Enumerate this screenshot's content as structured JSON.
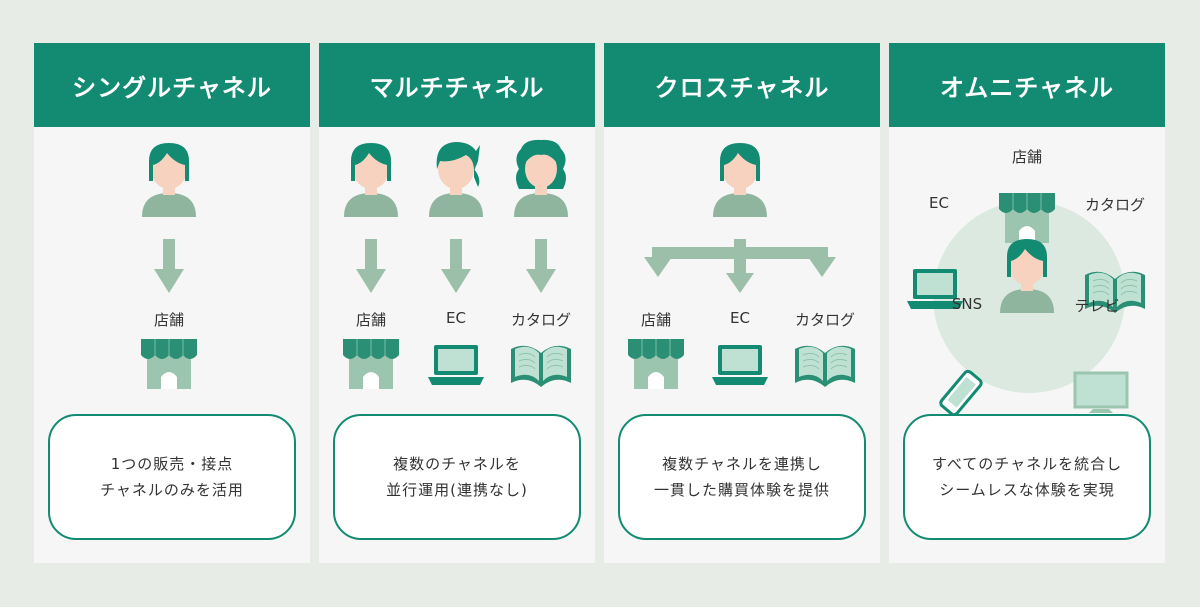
{
  "colors": {
    "accent": "#138a72",
    "arrow": "#9cbfa9",
    "figure": "#8fb59e",
    "skin": "#f6d2bf"
  },
  "panels": [
    {
      "title": "シングルチャネル",
      "labels": [
        "店舗"
      ],
      "desc": [
        "1つの販売・接点",
        "チャネルのみを活用"
      ]
    },
    {
      "title": "マルチチャネル",
      "labels": [
        "店舗",
        "EC",
        "カタログ"
      ],
      "desc": [
        "複数のチャネルを",
        "並行運用(連携なし)"
      ]
    },
    {
      "title": "クロスチャネル",
      "labels": [
        "店舗",
        "EC",
        "カタログ"
      ],
      "desc": [
        "複数チャネルを連携し",
        "一貫した購買体験を提供"
      ]
    },
    {
      "title": "オムニチャネル",
      "labels": [
        "店舗",
        "EC",
        "カタログ",
        "SNS",
        "テレビ"
      ],
      "desc": [
        "すべてのチャネルを統合し",
        "シームレスな体験を実現"
      ]
    }
  ]
}
